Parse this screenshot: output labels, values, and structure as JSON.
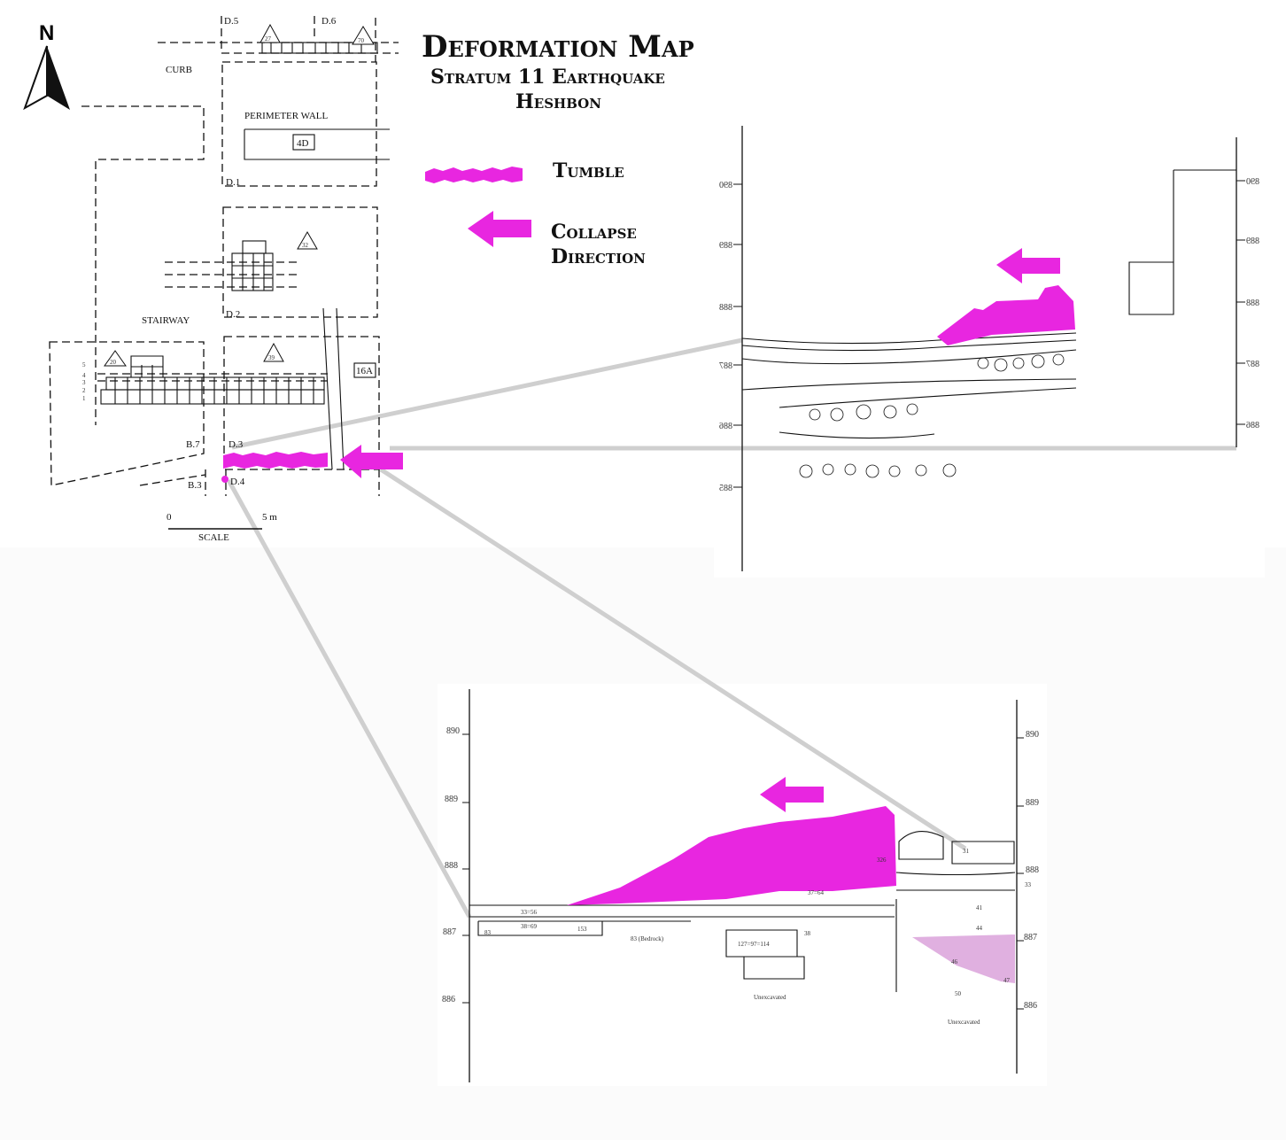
{
  "title": {
    "main": "Deformation Map",
    "sub1": "Stratum 11 Earthquake",
    "sub2": "Heshbon"
  },
  "legend": {
    "tumble": "Tumble",
    "collapse_line1": "Collapse",
    "collapse_line2": "Direction"
  },
  "north_label": "N",
  "colors": {
    "tumble": "#e826e0",
    "connector": "#cfcfcf"
  },
  "plan": {
    "labels": {
      "d5": "D.5",
      "d6": "D.6",
      "curb": "CURB",
      "perimeter_wall": "PERIMETER WALL",
      "d1": "D.1",
      "d2": "D.2",
      "d3": "D.3",
      "d4": "D.4",
      "b7": "B.7",
      "b3": "B.3",
      "stairway": "STAIRWAY",
      "wall_4d": "4D",
      "wall_16a": "16A"
    },
    "markers": [
      "27",
      "70",
      "32",
      "20",
      "39"
    ],
    "step_numbers": [
      "5",
      "4",
      "3",
      "2",
      "1"
    ],
    "scale": {
      "zero": "0",
      "five": "5 m",
      "label": "SCALE"
    }
  },
  "section_right": {
    "left_ticks": [
      "890",
      "889",
      "888",
      "887",
      "886",
      "885"
    ],
    "right_ticks": [
      "890",
      "889",
      "888",
      "887",
      "886"
    ]
  },
  "section_bottom": {
    "left_ticks": [
      "890",
      "889",
      "888",
      "887",
      "886"
    ],
    "right_ticks": [
      "890",
      "889",
      "888",
      "887",
      "886"
    ],
    "labels": [
      "33=56",
      "38=69",
      "83",
      "153",
      "83 (Bedrock)",
      "127=97=114",
      "38",
      "326",
      "37=64",
      "31",
      "33",
      "41",
      "44",
      "46",
      "47",
      "50",
      "Unexcavated",
      "Unexcavated"
    ]
  }
}
